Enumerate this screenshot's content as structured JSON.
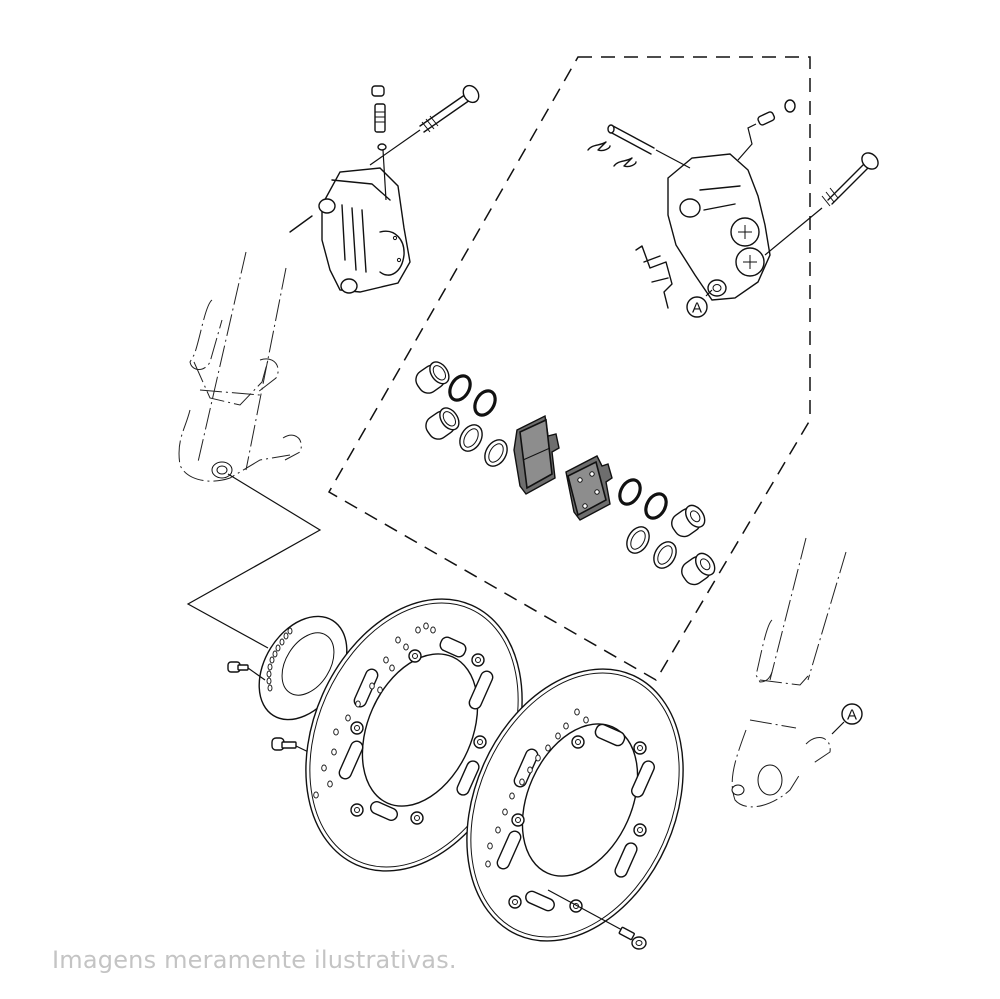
{
  "diagram": {
    "type": "exploded-parts-view",
    "subject": "front brake assembly (calipers, pads, pistons, seals, discs, fork legs)",
    "style": {
      "line_color": "#111111",
      "pad_fill": "#8d8d8d",
      "background": "#ffffff"
    },
    "callouts": [
      {
        "id": "callout-a-caliper",
        "label": "A"
      },
      {
        "id": "callout-a-fork",
        "label": "A"
      }
    ],
    "components": [
      "left-brake-caliper",
      "right-brake-caliper",
      "caliper-mounting-bolt",
      "bleed-screw",
      "bleed-cap",
      "pad-pin",
      "pad-pin-clip",
      "pad-spring",
      "brake-pad",
      "piston",
      "piston-seal",
      "dust-seal",
      "brake-disc",
      "abs-sensor-rotor",
      "disc-bolt",
      "left-fork-leg",
      "right-fork-leg"
    ]
  },
  "caption": "Imagens meramente ilustrativas."
}
